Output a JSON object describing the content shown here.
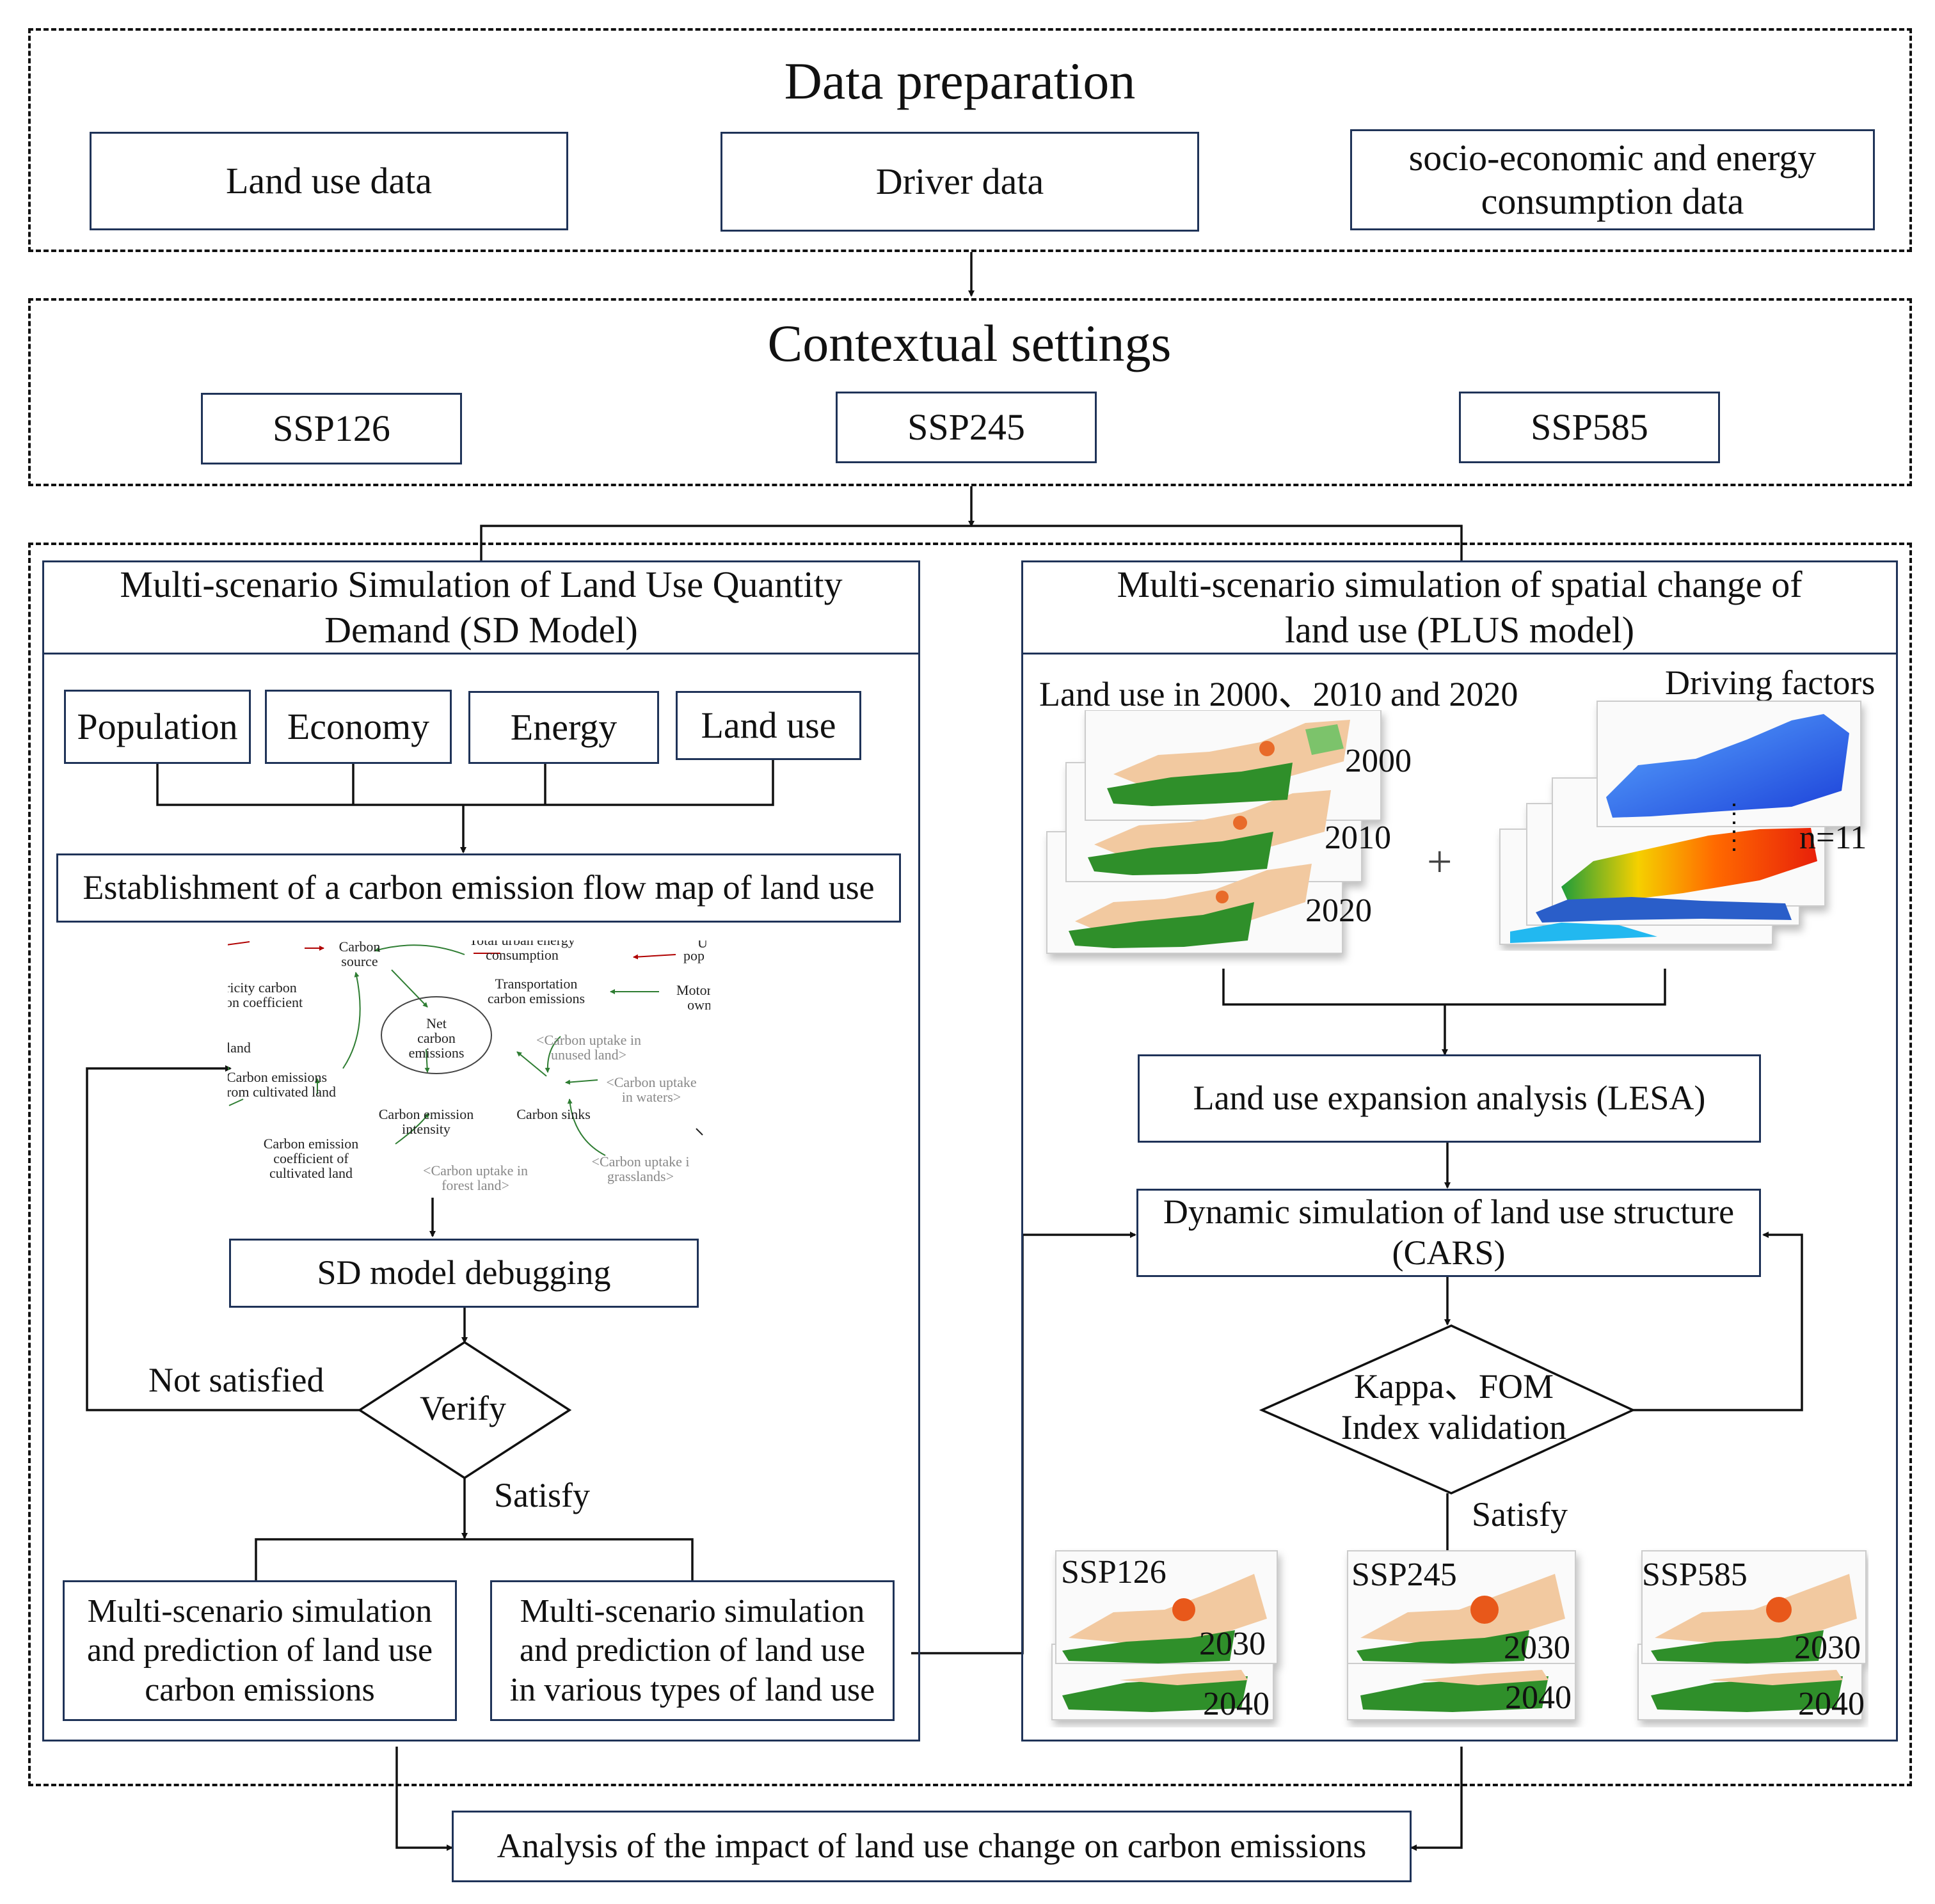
{
  "data_preparation": {
    "title": "Data preparation",
    "land_use_data": "Land use data",
    "driver_data": "Driver data",
    "socio_line1": "socio-economic and energy",
    "socio_line2": "consumption data"
  },
  "contextual": {
    "title": "Contextual settings",
    "ssp126": "SSP126",
    "ssp245": "SSP245",
    "ssp585": "SSP585"
  },
  "sd_panel": {
    "title_line1": "Multi-scenario Simulation of Land Use Quantity",
    "title_line2": "Demand (SD Model)",
    "population": "Population",
    "economy": "Economy",
    "energy": "Energy",
    "land_use": "Land use",
    "establishment": "Establishment of a carbon emission flow map of land use",
    "debugging": "SD model debugging",
    "verify": "Verify",
    "not_satisfied": "Not satisfied",
    "satisfy": "Satisfy",
    "out1_l1": "Multi-scenario simulation",
    "out1_l2": "and prediction of land use",
    "out1_l3": "carbon emissions",
    "out2_l1": "Multi-scenario simulation",
    "out2_l2": "and prediction of land use",
    "out2_l3": "in various types of land use"
  },
  "flow_map": {
    "carbon_source_1": "Carbon",
    "carbon_source_2": "source",
    "total_urban_1": "Total urban energy",
    "total_urban_2": "consumption",
    "pop_frag": "pop",
    "u_frag": "U",
    "elec_1": "ricity carbon",
    "elec_2": "on coefficient",
    "transport_1": "Transportation",
    "transport_2": "carbon emissions",
    "motor_1": "Motor",
    "motor_2": "own",
    "net_1": "Net",
    "net_2": "carbon",
    "net_3": "emissions",
    "land_frag": "land",
    "uptake_unused_1": "<Carbon uptake in",
    "uptake_unused_2": "unused land>",
    "emis_cult_1": "Carbon emissions",
    "emis_cult_2": "rom cultivated land",
    "uptake_waters_1": "<Carbon uptake",
    "uptake_waters_2": "in waters>",
    "intensity_1": "Carbon emission",
    "intensity_2": "intensity",
    "sinks": "Carbon sinks",
    "coeff_1": "Carbon emission",
    "coeff_2": "coefficient of",
    "coeff_3": "cultivated land",
    "uptake_forest_1": "<Carbon uptake in",
    "uptake_forest_2": "forest land>",
    "uptake_grass_1": "<Carbon uptake i",
    "uptake_grass_2": "grasslands>"
  },
  "plus_panel": {
    "title_line1": "Multi-scenario simulation of spatial change of",
    "title_line2": "land use (PLUS model)",
    "land_use_years": "Land use in 2000、2010 and 2020",
    "driving_factors": "Driving factors",
    "y2000": "2000",
    "y2010": "2010",
    "y2020": "2020",
    "plus_sign": "+",
    "n_count": "n=11",
    "lesa": "Land use expansion analysis (LESA)",
    "cars_l1": "Dynamic simulation of land use structure",
    "cars_l2": "(CARS)",
    "kappa_l1": "Kappa、FOM",
    "kappa_l2": "Index validation",
    "satisfy": "Satisfy",
    "ssp126": "SSP126",
    "ssp245": "SSP245",
    "ssp585": "SSP585",
    "y2030": "2030",
    "y2040": "2040"
  },
  "final": {
    "analysis": "Analysis of the impact of land use change on carbon emissions"
  },
  "colors": {
    "box_border": "#1f3358",
    "line": "#111111",
    "flow_arrow": "#2e7d32",
    "flow_arrow_red": "#b00000"
  }
}
